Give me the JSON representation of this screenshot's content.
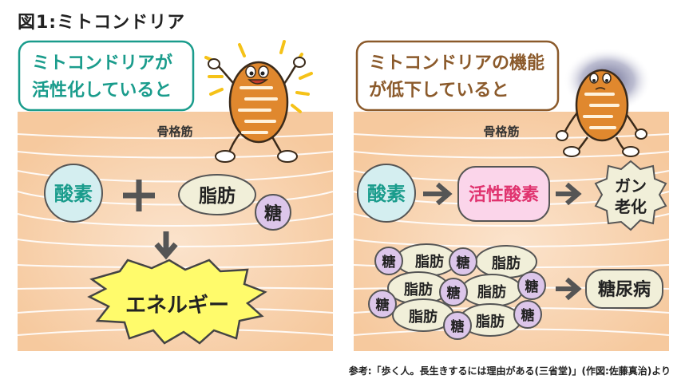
{
  "figure": {
    "title": "図1:ミトコンドリア"
  },
  "left_panel": {
    "heading_line1": "ミトコンドリアが",
    "heading_line2": "活性化していると",
    "muscle_label": "骨格筋",
    "oxygen": "酸素",
    "plus": "+",
    "fat": "脂肪",
    "sugar": "糖",
    "energy": "エネルギー",
    "heading_color": "#1a9c8c"
  },
  "right_panel": {
    "heading_line1": "ミトコンドリアの機能",
    "heading_line2": "が低下していると",
    "muscle_label": "骨格筋",
    "oxygen": "酸素",
    "active_oxygen": "活性酸素",
    "cancer_line1": "ガン",
    "cancer_line2": "老化",
    "fat": "脂肪",
    "sugar": "糖",
    "diabetes": "糖尿病",
    "heading_color": "#8b5a2b",
    "accent_color": "#e0336f"
  },
  "credit": "参考:「歩く人。長生きするには理由がある(三省堂)」(作図:佐藤真治)より"
}
